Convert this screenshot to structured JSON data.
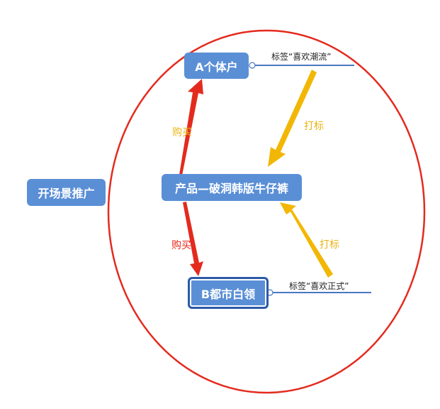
{
  "diagram": {
    "root_node": "开场景推广",
    "product_node": "产品—破洞韩版牛仔裤",
    "node_a": "A个体户",
    "node_b": "B都市白领",
    "edge_buy_a": "购买",
    "edge_buy_b": "购买",
    "edge_tag_a": "打标",
    "edge_tag_b": "打标",
    "tag_a": "标签“喜欢潮流”",
    "tag_b": "标签“喜欢正式”"
  },
  "colors": {
    "node_fill": "#5a8fd6",
    "circle": "#e42a1e",
    "buy_arrow": "#e42a1e",
    "tag_arrow": "#f2b705",
    "buy_label_top": "#e8b414",
    "buy_label_bottom": "#e42a1e",
    "tag_line": "#4a78c0"
  }
}
